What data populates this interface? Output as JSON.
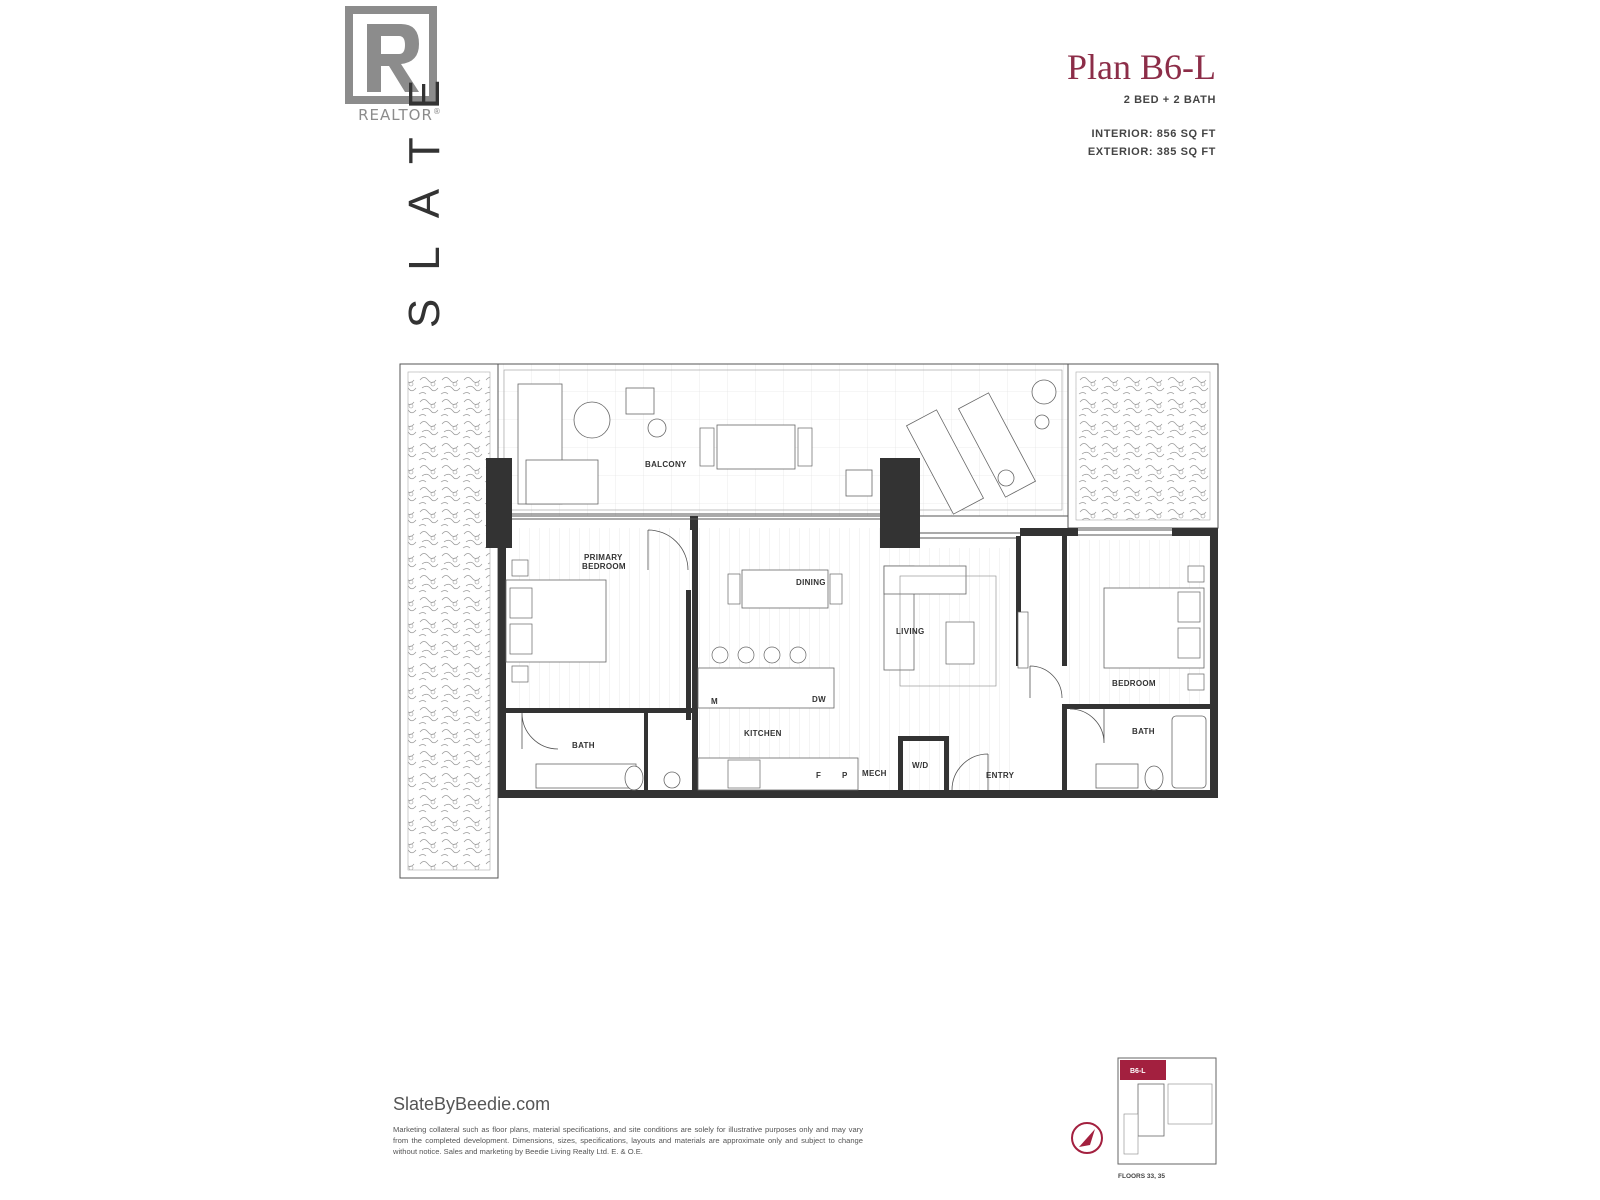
{
  "brand": {
    "realtor_word": "REALTOR",
    "realtor_mark": "®",
    "vertical_name": "SLATE",
    "website": "SlateByBeedie.com"
  },
  "plan": {
    "title": "Plan B6-L",
    "beds_baths": "2 BED + 2 BATH",
    "interior": "INTERIOR: 856 SQ FT",
    "exterior": "EXTERIOR: 385 SQ FT"
  },
  "rooms": {
    "balcony": "BALCONY",
    "primary_bedroom_line1": "PRIMARY",
    "primary_bedroom_line2": "BEDROOM",
    "dining": "DINING",
    "living": "LIVING",
    "bedroom": "BEDROOM",
    "bath_left": "BATH",
    "bath_right": "BATH",
    "kitchen": "KITCHEN",
    "mech": "MECH",
    "wd": "W/D",
    "entry": "ENTRY",
    "m": "M",
    "dw": "DW",
    "f": "F",
    "p": "P"
  },
  "keyplan": {
    "unit_label": "B6-L",
    "floors": "FLOORS 33, 35",
    "highlight_color": "#a3203f"
  },
  "disclaimer": "Marketing collateral such as floor plans, material specifications, and site conditions are solely for illustrative purposes only and may vary from the completed development. Dimensions, sizes, specifications, layouts and materials are approximate only and subject to change without notice. Sales and marketing by Beedie Living Realty Ltd. E. & O.E.",
  "colors": {
    "accent": "#8c2d48",
    "wall": "#333333",
    "realtor_gray": "#8c8c8c"
  }
}
